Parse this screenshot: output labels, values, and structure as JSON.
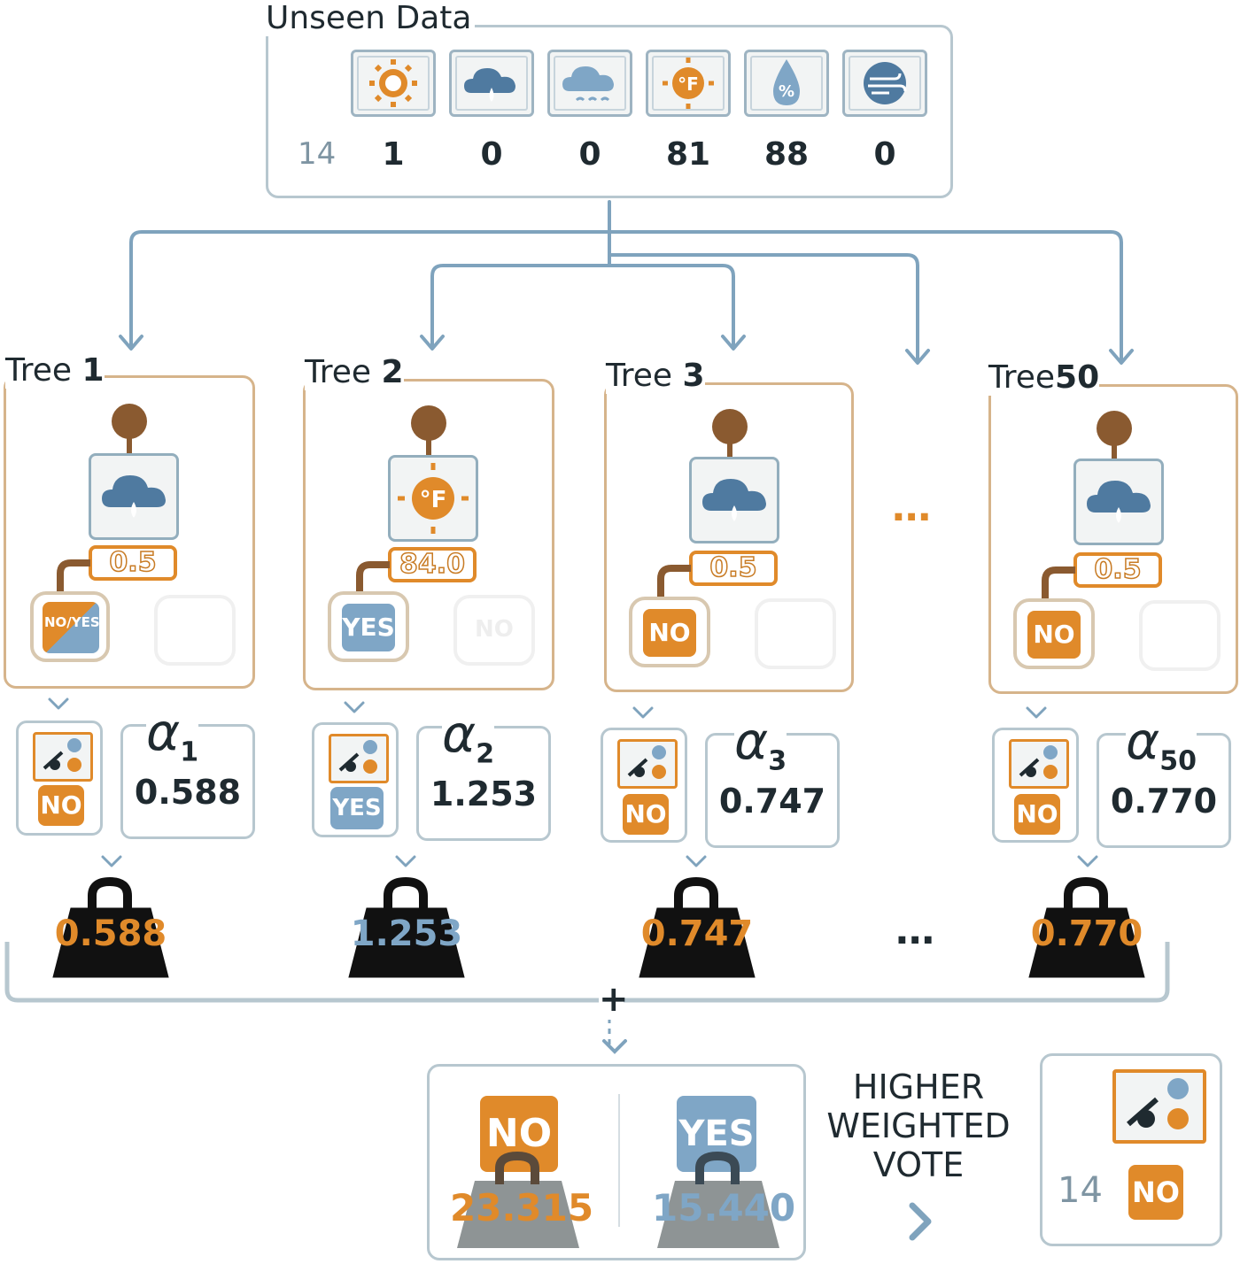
{
  "unseen": {
    "title": "Unseen Data",
    "row_id": "14",
    "features": [
      {
        "icon": "sun-icon",
        "value": "1"
      },
      {
        "icon": "rain-cloud-icon",
        "value": "0"
      },
      {
        "icon": "snow-cloud-icon",
        "value": "0"
      },
      {
        "icon": "temperature-icon",
        "value": "81"
      },
      {
        "icon": "humidity-icon",
        "value": "88"
      },
      {
        "icon": "wind-icon",
        "value": "0"
      }
    ]
  },
  "trees": [
    {
      "label": "Tree",
      "num": "1",
      "feature_icon": "rain-cloud-icon",
      "threshold": "0.5",
      "leaf": "NO/YES",
      "pred": "NO",
      "alpha_sub": "1",
      "alpha": "0.588",
      "weight": "0.588"
    },
    {
      "label": "Tree",
      "num": "2",
      "feature_icon": "temperature-icon",
      "threshold": "84.0",
      "leaf": "YES",
      "faded_leaf": "NO",
      "pred": "YES",
      "alpha_sub": "2",
      "alpha": "1.253",
      "weight": "1.253"
    },
    {
      "label": "Tree",
      "num": "3",
      "feature_icon": "rain-cloud-icon",
      "threshold": "0.5",
      "leaf": "NO",
      "pred": "NO",
      "alpha_sub": "3",
      "alpha": "0.747",
      "weight": "0.747"
    },
    {
      "label": "Tree",
      "num": "50",
      "feature_icon": "rain-cloud-icon",
      "threshold": "0.5",
      "leaf": "NO",
      "pred": "NO",
      "alpha_sub": "50",
      "alpha": "0.770",
      "weight": "0.770"
    }
  ],
  "alpha_symbol": "α",
  "ellipsis": "...",
  "plus": "+",
  "totals": {
    "no_label": "NO",
    "no_total": "23.315",
    "yes_label": "YES",
    "yes_total": "15.440"
  },
  "decision_text": [
    "HIGHER",
    "WEIGHTED",
    "VOTE"
  ],
  "final": {
    "row_id": "14",
    "prediction": "NO"
  },
  "colors": {
    "no": "#e08a2a",
    "yes": "#7fa6c6",
    "frame": "#b7c7cf",
    "tree_frame": "#d6b48b",
    "arrow": "#7fa3bd"
  }
}
